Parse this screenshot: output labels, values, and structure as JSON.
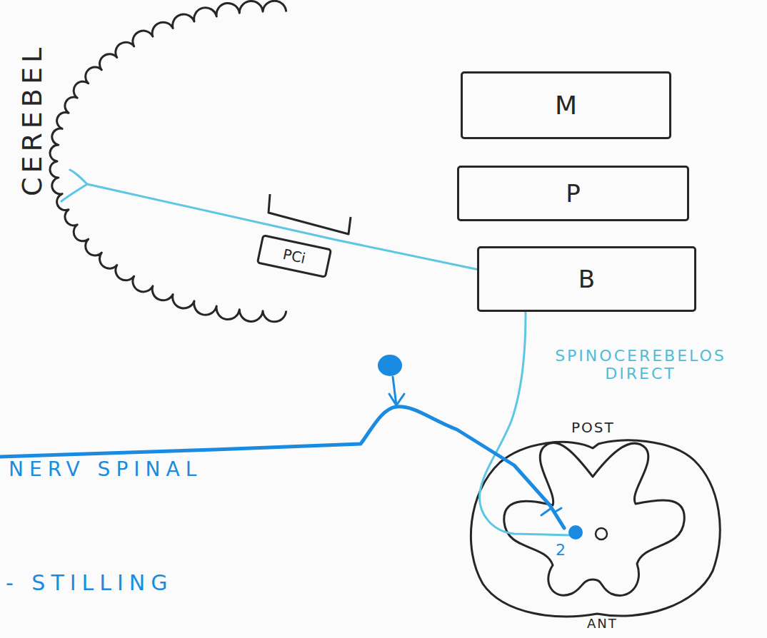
{
  "diagram": {
    "nodes": [
      {
        "text": [
          "M"
        ]
      },
      {
        "text": [
          "P"
        ]
      },
      {
        "text": [
          "PCi"
        ]
      },
      {
        "text": [
          "B"
        ]
      }
    ],
    "labels": [
      "CEREBEL",
      "SPINOCEREBELOS DIRECT",
      "POST",
      "2",
      "NERV SPINAL",
      "- STILLING",
      "ANT"
    ]
  }
}
